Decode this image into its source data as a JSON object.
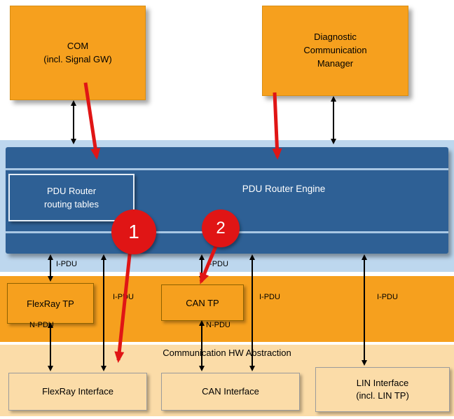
{
  "colors": {
    "orange": "#F6A01E",
    "light_blue": "#BDD7EE",
    "dark_blue": "#2E6095",
    "peach": "#FBDCA8",
    "red": "#E01515"
  },
  "top": {
    "com": "COM\n(incl. Signal GW)",
    "dcm": "Diagnostic\nCommunication\nManager"
  },
  "router": {
    "routing_tables": "PDU Router\nrouting tables",
    "engine": "PDU Router Engine"
  },
  "transport": {
    "flexray_tp": "FlexRay TP",
    "can_tp": "CAN TP"
  },
  "hw_abstraction": {
    "title": "Communication HW Abstraction",
    "flexray_interface": "FlexRay Interface",
    "can_interface": "CAN Interface",
    "lin_interface": "LIN Interface\n(incl. LIN TP)"
  },
  "labels": {
    "ipdu": "I-PDU",
    "npdu": "N-PDU"
  },
  "markers": {
    "one": "1",
    "two": "2"
  }
}
